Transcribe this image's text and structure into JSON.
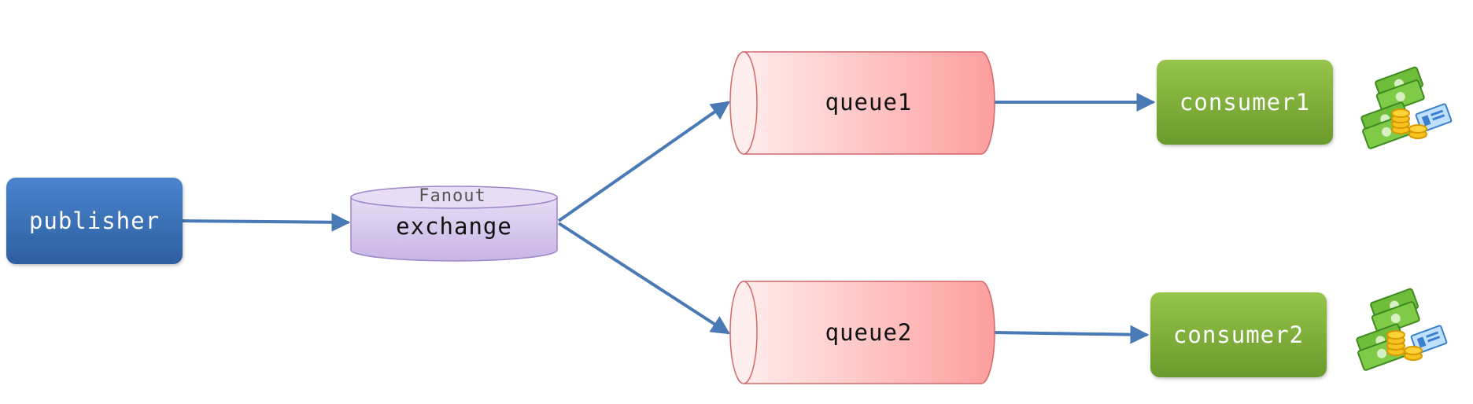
{
  "nodes": {
    "publisher": {
      "label": "publisher"
    },
    "exchange": {
      "type_label": "Fanout",
      "label": "exchange"
    },
    "queue1": {
      "label": "queue1"
    },
    "queue2": {
      "label": "queue2"
    },
    "consumer1": {
      "label": "consumer1"
    },
    "consumer2": {
      "label": "consumer2"
    }
  },
  "edges": [
    {
      "from": "publisher",
      "to": "exchange"
    },
    {
      "from": "exchange",
      "to": "queue1"
    },
    {
      "from": "exchange",
      "to": "queue2"
    },
    {
      "from": "queue1",
      "to": "consumer1"
    },
    {
      "from": "queue2",
      "to": "consumer2"
    }
  ],
  "icons": [
    "money-icon",
    "money-icon"
  ],
  "colors": {
    "publisher": "#3a72bf",
    "exchange": "#d9cdee",
    "queue": "#fdc6c6",
    "consumer": "#7eac36",
    "arrow": "#4a7ab5"
  }
}
